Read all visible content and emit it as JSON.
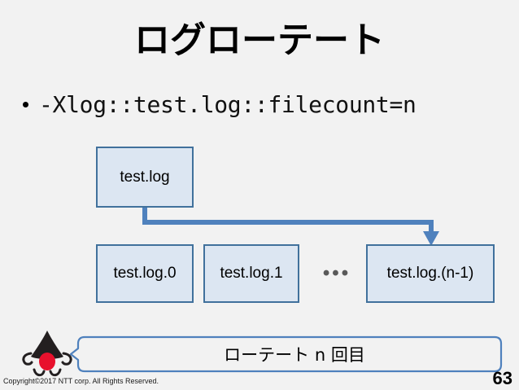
{
  "slide": {
    "title": "ログローテート",
    "background_color": "#f2f2f2",
    "page_number": "63",
    "copyright": "Copyright©2017  NTT corp. All Rights Reserved."
  },
  "bullet": {
    "marker": "•",
    "text": "-Xlog::test.log::filecount=n"
  },
  "diagram": {
    "box_fill": "#dce6f2",
    "box_border": "#41719c",
    "connector_color": "#4f81bd",
    "source_box": {
      "label": "test.log"
    },
    "rotated_boxes": [
      {
        "label": "test.log.0"
      },
      {
        "label": "test.log.1"
      },
      {
        "label": "test.log.(n-1)"
      }
    ],
    "ellipsis": "•••"
  },
  "callout": {
    "text": "ローテート n 回目",
    "border_color": "#4f81bd",
    "fill_color": "#f2f2f2"
  },
  "mascot": {
    "name": "java-duke-mascot",
    "body_color": "#231f20",
    "nose_color": "#e8112d"
  }
}
